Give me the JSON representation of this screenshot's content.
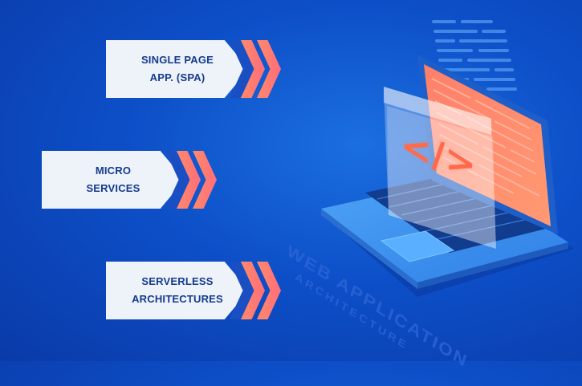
{
  "labels": {
    "spa": "SINGLE PAGE\nAPP. (SPA)",
    "micro": "MICRO\nSERVICES",
    "serverless": "SERVERLESS\nARCHITECTURES"
  },
  "watermark": {
    "line1": "WEB APPLICATION",
    "line2": "ARCHITECTURE"
  },
  "code_icon": "</>",
  "icons": {
    "arrow": "double-chevron-right-icon",
    "laptop": "laptop-illustration"
  },
  "colors": {
    "background": "#0d4fc8",
    "label_bg": "#eef2f9",
    "label_text": "#143b8f",
    "chevron_blue": "#1a4fc4",
    "chevron_orange": "#ff7a6e",
    "screen_orange": "#ff8a6a"
  }
}
